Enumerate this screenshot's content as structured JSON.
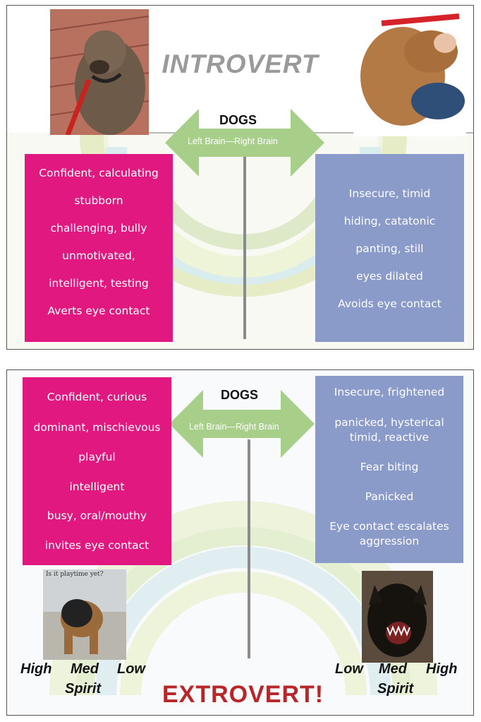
{
  "top_panel": {
    "title": "INTROVERT",
    "dogs_label": "DOGS",
    "arrow_text": "Left Brain—Right Brain",
    "left_box": {
      "color": "#e0187f",
      "lines": [
        "Confident, calculating",
        "stubborn",
        "challenging, bully",
        "unmotivated,",
        "intelligent, testing",
        "Averts eye contact"
      ]
    },
    "right_box": {
      "color": "#8a9ac9",
      "lines": [
        "Insecure, timid",
        "hiding, catatonic",
        "panting, still",
        "eyes dilated",
        "Avoids eye contact"
      ]
    }
  },
  "bottom_panel": {
    "dogs_label": "DOGS",
    "arrow_text": "Left Brain—Right Brain",
    "left_box": {
      "color": "#e0187f",
      "lines": [
        "Confident, curious",
        "dominant, mischievous",
        "playful",
        "intelligent",
        "busy, oral/mouthy",
        "invites eye contact"
      ]
    },
    "right_box": {
      "color": "#8a9ac9",
      "lines": [
        "Insecure, frightened",
        "panicked, hysterical",
        "timid, reactive",
        "Fear biting",
        "Panicked",
        "Eye contact escalates",
        "aggression"
      ]
    },
    "photo_caption": "Is it playtime yet?",
    "scale_left": {
      "high": "High",
      "med": "Med",
      "low": "Low",
      "spirit": "Spirit"
    },
    "scale_right": {
      "low": "Low",
      "med": "Med",
      "high": "High",
      "spirit": "Spirit"
    },
    "title": "EXTROVERT!"
  },
  "colors": {
    "arrow": "#a8cf8a",
    "title_intro": "#9a9a9a",
    "title_extro": "#b8262a"
  }
}
